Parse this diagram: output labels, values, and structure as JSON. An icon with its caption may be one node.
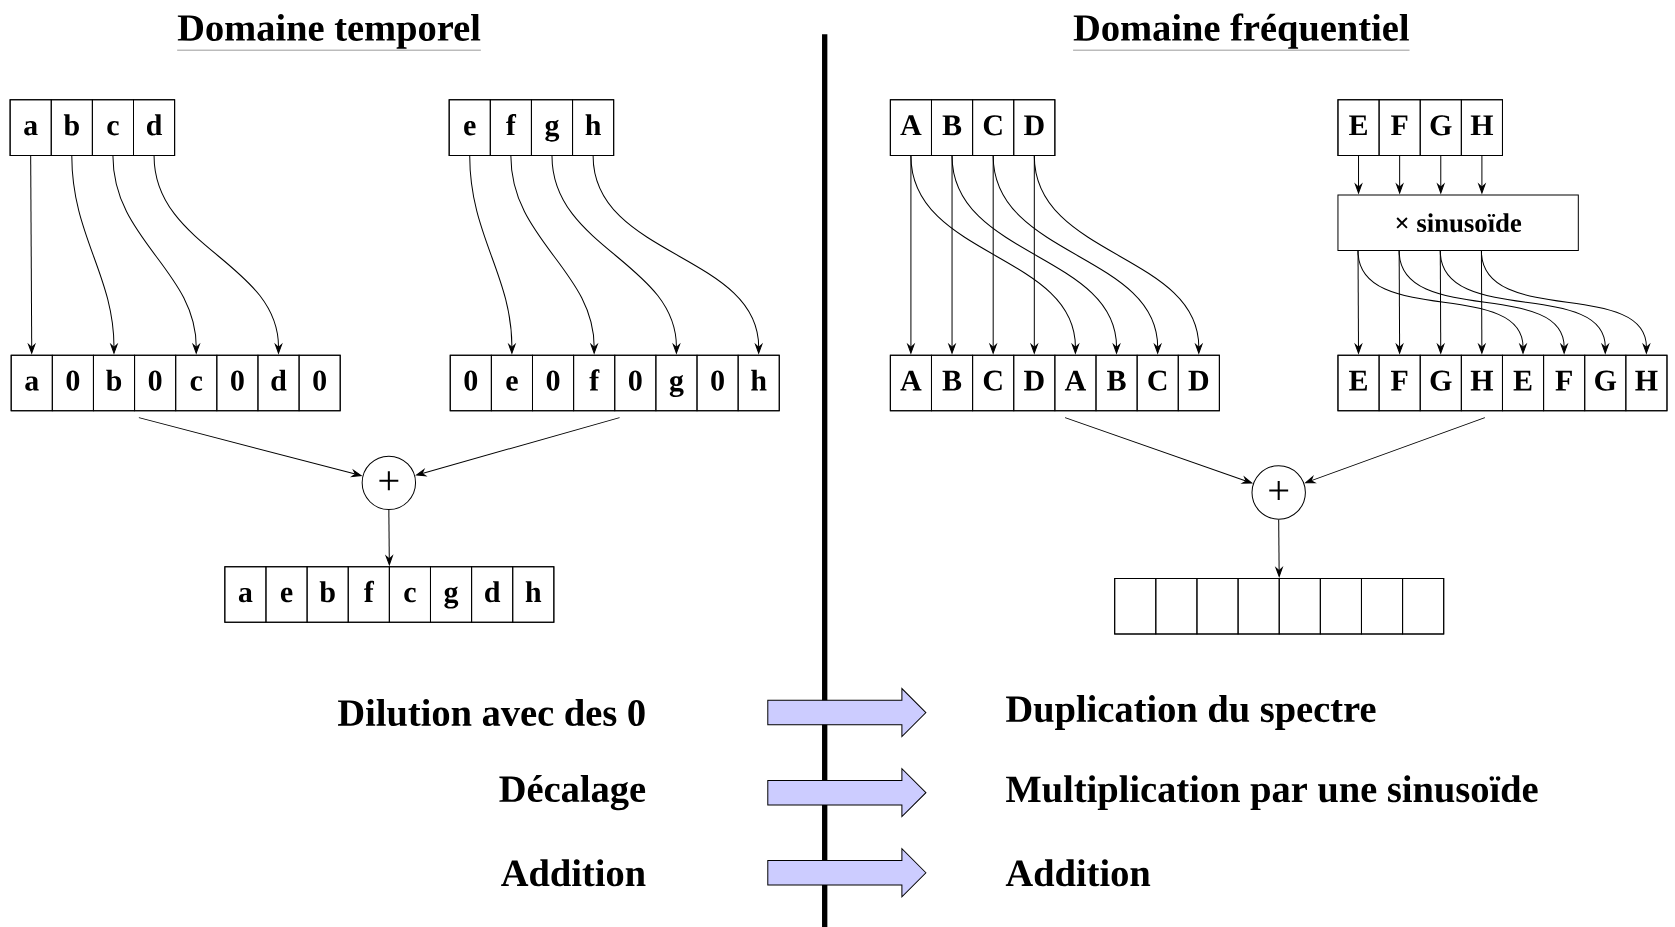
{
  "diagram": {
    "nodes": [
      {
        "text": [],
        "shape": "box"
      },
      {
        "text": [
          "a"
        ],
        "in": 0
      },
      {
        "text": [
          "b"
        ],
        "in": 0
      },
      {
        "text": [
          "c"
        ],
        "in": 0
      },
      {
        "text": [
          "d"
        ],
        "in": 0
      },
      {
        "text": [],
        "shape": "box"
      },
      {
        "text": [
          "e"
        ],
        "in": 5
      },
      {
        "text": [
          "f"
        ],
        "in": 5
      },
      {
        "text": [
          "g"
        ],
        "in": 5
      },
      {
        "text": [
          "h"
        ],
        "in": 5
      },
      {
        "text": [],
        "shape": "box"
      },
      {
        "text": [
          "a"
        ],
        "in": 10
      },
      {
        "text": [
          "0"
        ],
        "in": 10
      },
      {
        "text": [
          "b"
        ],
        "in": 10
      },
      {
        "text": [
          "0"
        ],
        "in": 10
      },
      {
        "text": [
          "c"
        ],
        "in": 10
      },
      {
        "text": [
          "0"
        ],
        "in": 10
      },
      {
        "text": [
          "d"
        ],
        "in": 10
      },
      {
        "text": [
          "0"
        ],
        "in": 10
      },
      {
        "text": [],
        "shape": "box"
      },
      {
        "text": [
          "0"
        ],
        "in": 19
      },
      {
        "text": [
          "e"
        ],
        "in": 19
      },
      {
        "text": [
          "0"
        ],
        "in": 19
      },
      {
        "text": [
          "f"
        ],
        "in": 19
      },
      {
        "text": [
          "0"
        ],
        "in": 19
      },
      {
        "text": [
          "g"
        ],
        "in": 19
      },
      {
        "text": [
          "0"
        ],
        "in": 19
      },
      {
        "text": [
          "h"
        ],
        "in": 19
      },
      {
        "text": [
          "+"
        ]
      },
      {
        "text": [],
        "shape": "box"
      },
      {
        "text": [
          "a"
        ],
        "in": 29
      },
      {
        "text": [
          "e"
        ],
        "in": 29
      },
      {
        "text": [
          "b"
        ],
        "in": 29
      },
      {
        "text": [
          "f"
        ],
        "in": 29
      },
      {
        "text": [
          "c"
        ],
        "in": 29
      },
      {
        "text": [
          "g"
        ],
        "in": 29
      },
      {
        "text": [
          "d"
        ],
        "in": 29
      },
      {
        "text": [
          "h"
        ],
        "in": 29
      },
      {
        "text": [],
        "shape": "box"
      },
      {
        "text": [
          "A"
        ],
        "in": 38
      },
      {
        "text": [
          "B"
        ],
        "in": 38
      },
      {
        "text": [
          "C"
        ],
        "in": 38
      },
      {
        "text": [
          "D"
        ],
        "in": 38
      },
      {
        "text": [],
        "shape": "box"
      },
      {
        "text": [
          "E"
        ],
        "in": 43
      },
      {
        "text": [
          "F"
        ],
        "in": 43
      },
      {
        "text": [
          "G"
        ],
        "in": 43
      },
      {
        "text": [
          "H"
        ],
        "in": 43
      },
      {
        "text": [
          "× sinusoïde"
        ]
      },
      {
        "text": [],
        "shape": "box"
      },
      {
        "text": [
          "A"
        ],
        "in": 49
      },
      {
        "text": [
          "B"
        ],
        "in": 49
      },
      {
        "text": [
          "C"
        ],
        "in": 49
      },
      {
        "text": [
          "D"
        ],
        "in": 49
      },
      {
        "text": [
          "A"
        ],
        "in": 49
      },
      {
        "text": [
          "B"
        ],
        "in": 49
      },
      {
        "text": [
          "C"
        ],
        "in": 49
      },
      {
        "text": [
          "D"
        ],
        "in": 49
      },
      {
        "text": [],
        "shape": "box"
      },
      {
        "text": [
          "E"
        ],
        "in": 58
      },
      {
        "text": [
          "F"
        ],
        "in": 58
      },
      {
        "text": [
          "G"
        ],
        "in": 58
      },
      {
        "text": [
          "H"
        ],
        "in": 58
      },
      {
        "text": [
          "E"
        ],
        "in": 58
      },
      {
        "text": [
          "F"
        ],
        "in": 58
      },
      {
        "text": [
          "G"
        ],
        "in": 58
      },
      {
        "text": [
          "H"
        ],
        "in": 58
      },
      {
        "text": [
          "+"
        ]
      },
      {
        "text": [],
        "shape": "box"
      },
      {
        "text": [],
        "shape": "box",
        "in": 68
      },
      {
        "text": [],
        "shape": "box",
        "in": 68
      },
      {
        "text": [],
        "shape": "box",
        "in": 68
      },
      {
        "text": [],
        "shape": "box",
        "in": 68
      },
      {
        "text": [],
        "shape": "box",
        "in": 68
      },
      {
        "text": [],
        "shape": "box",
        "in": 68
      },
      {
        "text": [],
        "shape": "box",
        "in": 68
      },
      {
        "text": [],
        "shape": "box",
        "in": 68
      },
      {
        "text": [
          "Dilution avec des 0"
        ]
      },
      {
        "text": [
          "Duplication du spectre"
        ]
      },
      {
        "text": [
          "Décalage"
        ]
      },
      {
        "text": [
          "Multiplication par une sinusoïde"
        ]
      },
      {
        "text": [
          "Addition"
        ]
      },
      {
        "text": [
          "Addition"
        ]
      }
    ],
    "edges": [
      {
        "from": 1,
        "to": 11,
        "arrow": "to"
      },
      {
        "from": 2,
        "to": 13,
        "arrow": "to"
      },
      {
        "from": 3,
        "to": 15,
        "arrow": "to"
      },
      {
        "from": 4,
        "to": 17,
        "arrow": "to"
      },
      {
        "from": 6,
        "to": 21,
        "arrow": "to"
      },
      {
        "from": 7,
        "to": 23,
        "arrow": "to"
      },
      {
        "from": 8,
        "to": 25,
        "arrow": "to"
      },
      {
        "from": 9,
        "to": 27,
        "arrow": "to"
      },
      {
        "from": 10,
        "to": 28,
        "arrow": "to"
      },
      {
        "from": 19,
        "to": 28,
        "arrow": "to"
      },
      {
        "from": 28,
        "to": 29,
        "arrow": "to"
      },
      {
        "from": 39,
        "to": 50,
        "arrow": "to"
      },
      {
        "from": 39,
        "to": 54,
        "arrow": "to"
      },
      {
        "from": 40,
        "to": 51,
        "arrow": "to"
      },
      {
        "from": 40,
        "to": 55,
        "arrow": "to"
      },
      {
        "from": 41,
        "to": 52,
        "arrow": "to"
      },
      {
        "from": 41,
        "to": 56,
        "arrow": "to"
      },
      {
        "from": 42,
        "to": 53,
        "arrow": "to"
      },
      {
        "from": 42,
        "to": 57,
        "arrow": "to"
      },
      {
        "from": 44,
        "to": 48,
        "arrow": "to"
      },
      {
        "from": 45,
        "to": 48,
        "arrow": "to"
      },
      {
        "from": 46,
        "to": 48,
        "arrow": "to"
      },
      {
        "from": 47,
        "to": 48,
        "arrow": "to"
      },
      {
        "from": 48,
        "to": 59,
        "arrow": "to"
      },
      {
        "from": 48,
        "to": 63,
        "arrow": "to"
      },
      {
        "from": 48,
        "to": 60,
        "arrow": "to"
      },
      {
        "from": 48,
        "to": 64,
        "arrow": "to"
      },
      {
        "from": 48,
        "to": 61,
        "arrow": "to"
      },
      {
        "from": 48,
        "to": 65,
        "arrow": "to"
      },
      {
        "from": 48,
        "to": 62,
        "arrow": "to"
      },
      {
        "from": 48,
        "to": 66,
        "arrow": "to"
      },
      {
        "from": 49,
        "to": 67,
        "arrow": "to"
      },
      {
        "from": 58,
        "to": 67,
        "arrow": "to"
      },
      {
        "from": 67,
        "to": 68,
        "arrow": "to"
      },
      {
        "from": 77,
        "to": 78,
        "arrow": "to",
        "style": "thick",
        "color": "#ccccff"
      },
      {
        "from": 79,
        "to": 80,
        "arrow": "to",
        "style": "thick",
        "color": "#ccccff"
      },
      {
        "from": 81,
        "to": 82,
        "arrow": "to",
        "style": "thick",
        "color": "#ccccff"
      }
    ],
    "labels": [
      "Domaine temporel",
      "Domaine fréquentiel"
    ]
  }
}
